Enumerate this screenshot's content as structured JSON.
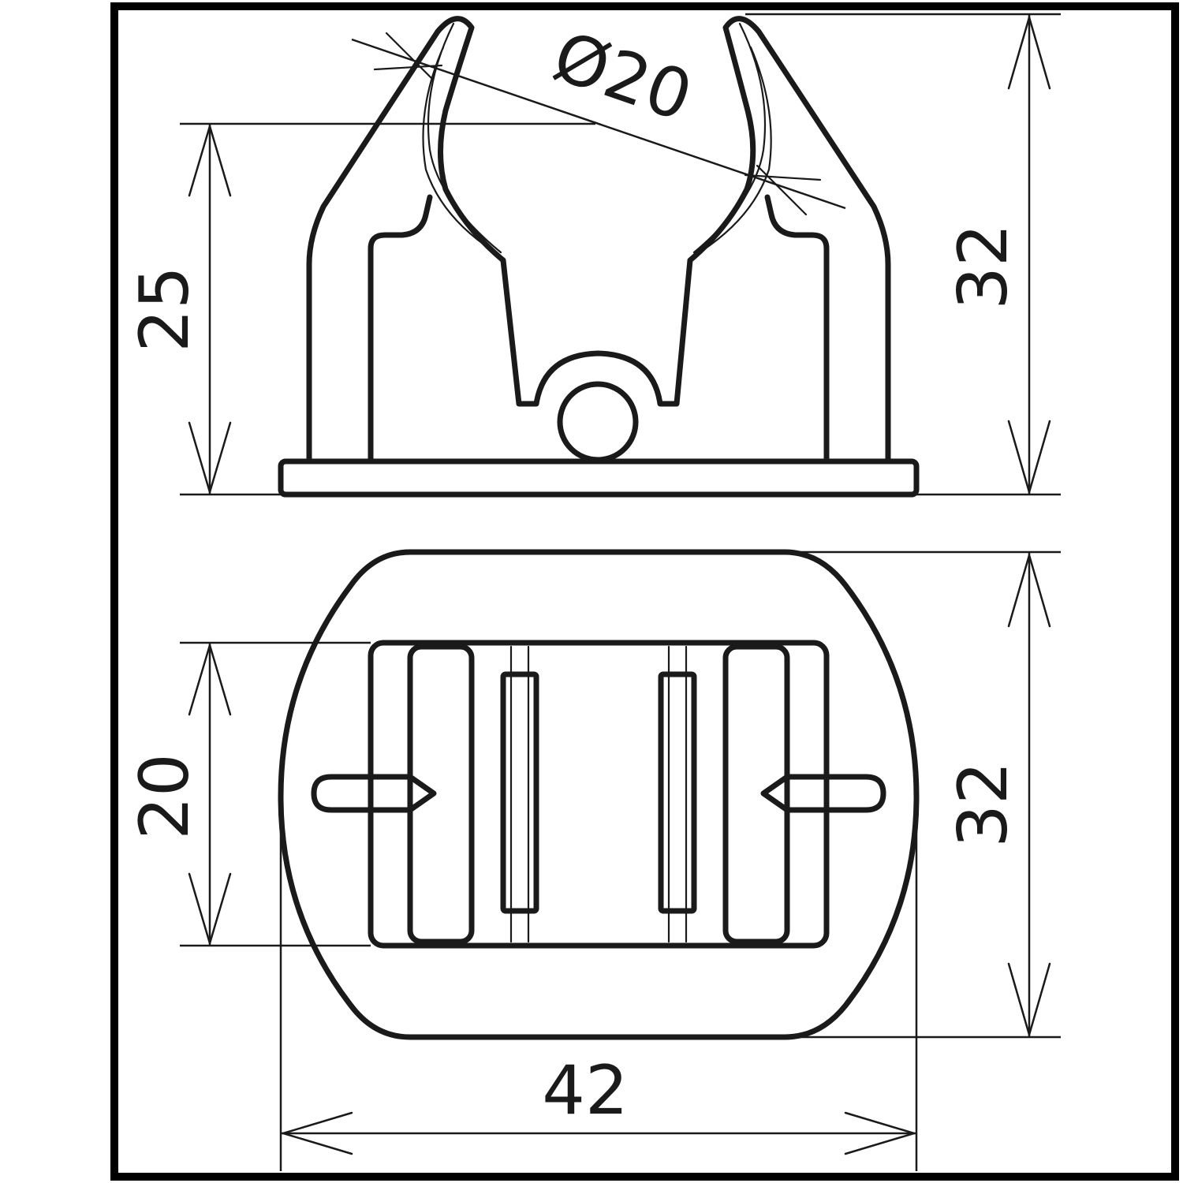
{
  "diagram": {
    "colors": {
      "line": "#1a1a1a",
      "background": "#ffffff",
      "frame": "#000000"
    },
    "dimensions": {
      "diameter": "Ø20",
      "side_height": "25",
      "side_total_height": "32",
      "top_depth": "32",
      "top_inner_width": "20",
      "base_width": "42"
    }
  }
}
